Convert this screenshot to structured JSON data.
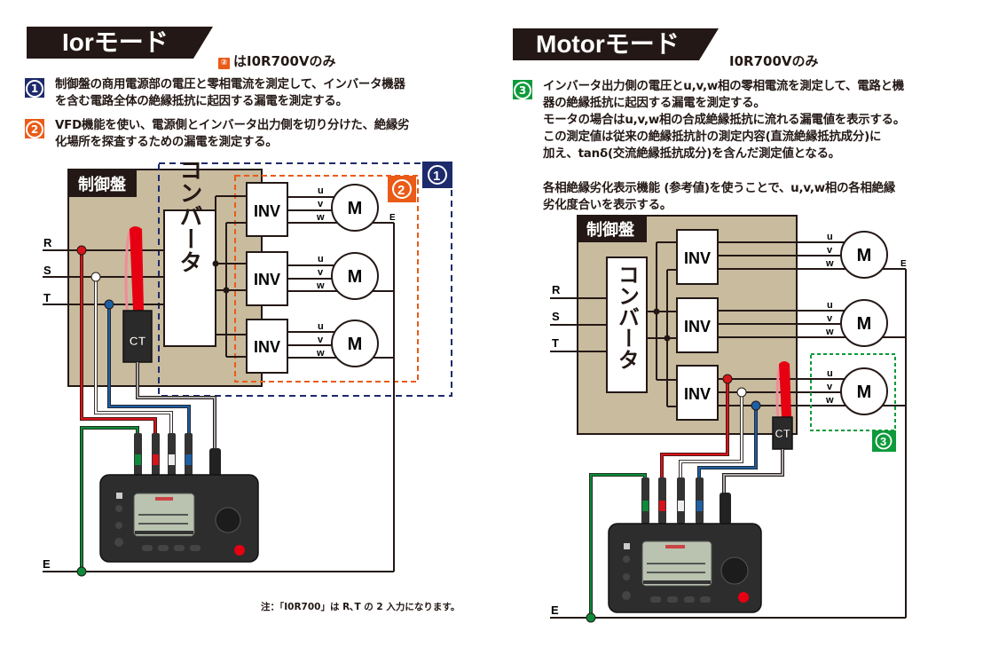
{
  "left_panel": {
    "title": "Iorモード",
    "subtitle_badge": "②",
    "subtitle": "はI0R700Vのみ",
    "items": [
      {
        "badge": "1",
        "color": "#1d2a6b",
        "lines": [
          "制御盤の商用電源部の電圧と零相電流を測定して、インバータ機器",
          "を含む電路全体の絶縁抵抗に起因する漏電を測定する。"
        ]
      },
      {
        "badge": "2",
        "color": "#ea5b17",
        "lines": [
          "VFD機能を使い、電源側とインバータ出力側を切り分けた、絶縁劣",
          "化場所を探査するための漏電を測定する。"
        ]
      }
    ],
    "diagram": {
      "panel_label": "制御盤",
      "converter_label": "コンバータ",
      "inverter_label": "INV",
      "motor_label": "M",
      "phases_in": [
        "R",
        "S",
        "T"
      ],
      "phases_out": [
        "u",
        "v",
        "w"
      ],
      "earth_label": "E",
      "earth_main_label": "E",
      "ct_label": "CT",
      "zone_badges": [
        "1",
        "2"
      ]
    },
    "note": "注：「I0R700」は R､T の 2 入力になります。"
  },
  "right_panel": {
    "title": "Motorモード",
    "subtitle": "I0R700Vのみ",
    "items": [
      {
        "badge": "3",
        "color": "#0e9a3b",
        "lines": [
          "インバータ出力側の電圧とu,v,w相の零相電流を測定して、電路と機",
          "器の絶縁抵抗に起因する漏電を測定する。",
          "モータの場合はu,v,w相の合成絶縁抵抗に流れる漏電値を表示する。",
          "この測定値は従来の絶縁抵抗計の測定内容(直流絶縁抵抗成分)に",
          "加え、tanδ(交流絶縁抵抗成分)を含んだ測定値となる。"
        ]
      }
    ],
    "extra_lines": [
      "各相絶縁劣化表示機能 (参考値)を使うことで、u,v,w相の各相絶縁",
      "劣化度合いを表示する。"
    ],
    "diagram": {
      "panel_label": "制御盤",
      "converter_label": "コンバータ",
      "inverter_label": "INV",
      "motor_label": "M",
      "phases_in": [
        "R",
        "S",
        "T"
      ],
      "phases_out": [
        "u",
        "v",
        "w"
      ],
      "earth_label": "E",
      "earth_main_label": "E",
      "ct_label": "CT",
      "zone_badges": [
        "3"
      ]
    }
  },
  "colors": {
    "panel_fill": "#c8bb9e",
    "wire_red": "#d7141a",
    "wire_white": "#ffffff",
    "wire_blue": "#1d5fa3",
    "wire_green": "#0e8a3b",
    "zone1": "#1d2a6b",
    "zone2": "#ea5b17",
    "zone3": "#0e9a3b"
  }
}
